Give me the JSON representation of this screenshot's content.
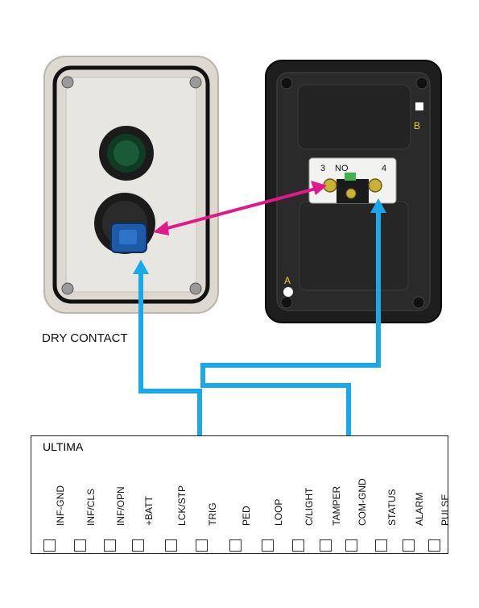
{
  "caption": "DRY CONTACT",
  "switch_labels": {
    "left_terminal": "3",
    "contact": "NO",
    "right_terminal": "4"
  },
  "corner_labels": {
    "a": "A",
    "b": "B"
  },
  "panel": {
    "title": "ULTIMA",
    "terminals": [
      "INF-GND",
      "INF/CLS",
      "INF/OPN",
      "+BATT",
      "LCK/STP",
      "TRIG",
      "PED",
      "LOOP",
      "C/LIGHT",
      "TAMPER",
      "COM-GND",
      "STATUS",
      "ALARM",
      "PULSE"
    ]
  },
  "colors": {
    "wire_blue": "#1aa8e8",
    "wire_magenta": "#e0198a",
    "label_yellow": "#e8d21a"
  }
}
